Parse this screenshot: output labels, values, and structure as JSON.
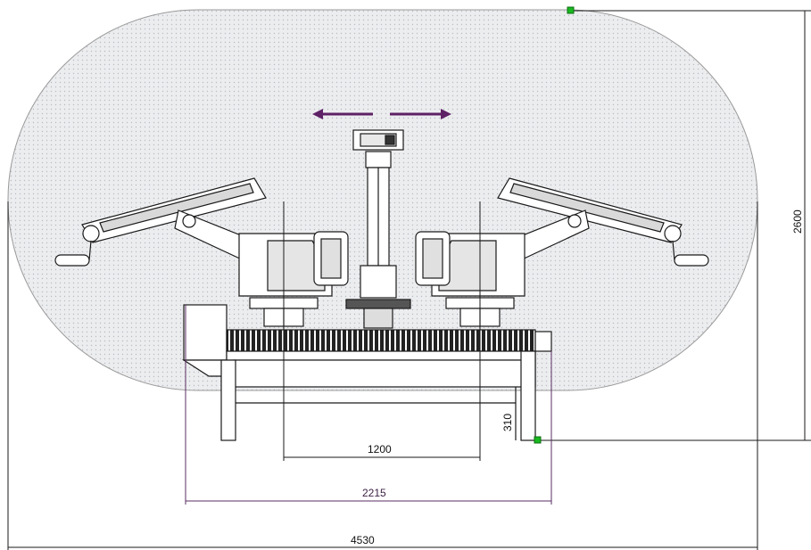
{
  "dimensions": {
    "overall_width": "4530",
    "overall_height": "2600",
    "frame_width": "2215",
    "arm_spacing": "1200",
    "step_height": "310"
  },
  "colors": {
    "envelope_fill": "#ecedef",
    "envelope_dots": "#b9bcc4",
    "line": "#1a1a1a",
    "dim_line": "#5a2d63",
    "dim_text": "#3a1f40",
    "arrow": "#5e2166",
    "handle": "#19b81f"
  },
  "icons": {
    "left_arrow": "arrow-left-icon",
    "right_arrow": "arrow-right-icon",
    "handle": "grip-handle-icon"
  }
}
